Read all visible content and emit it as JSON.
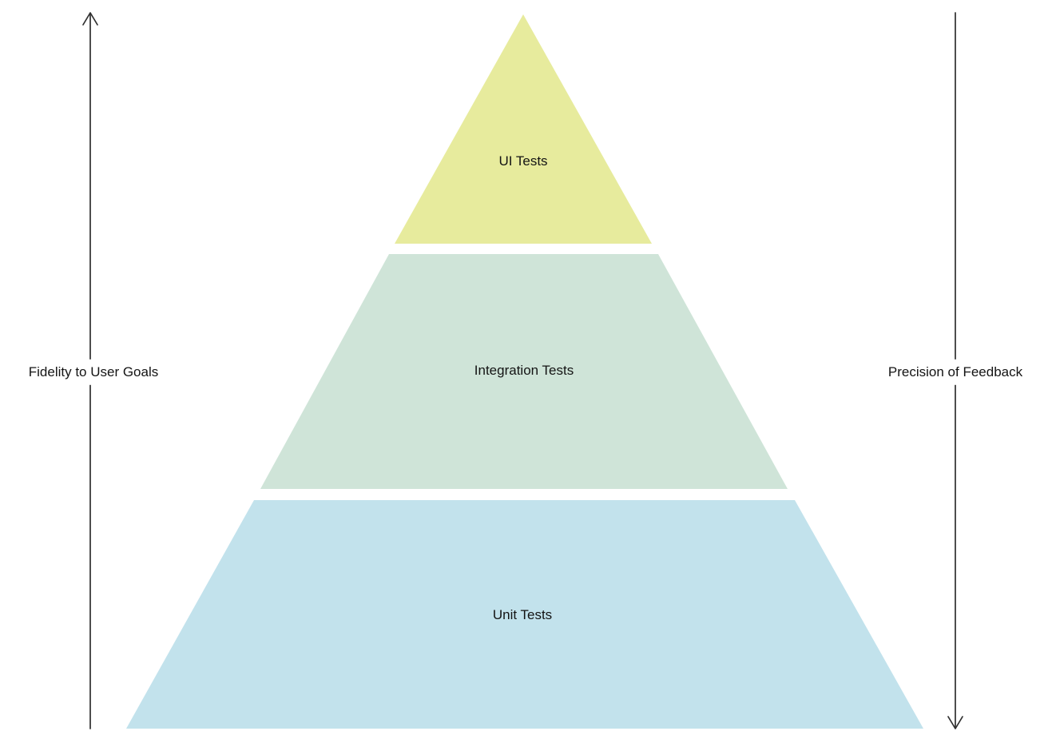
{
  "pyramid": {
    "layers": [
      {
        "id": "ui-tests",
        "label": "UI Tests",
        "color": "#e7eb9d"
      },
      {
        "id": "integration-tests",
        "label": "Integration Tests",
        "color": "#cfe4d8"
      },
      {
        "id": "unit-tests",
        "label": "Unit Tests",
        "color": "#c2e2ec"
      }
    ]
  },
  "axes": {
    "left": {
      "label": "Fidelity to User Goals",
      "direction": "up"
    },
    "right": {
      "label": "Precision of Feedback",
      "direction": "down"
    }
  },
  "colors": {
    "arrow": "#2f2f2f",
    "text": "#141414",
    "background": "#ffffff"
  }
}
